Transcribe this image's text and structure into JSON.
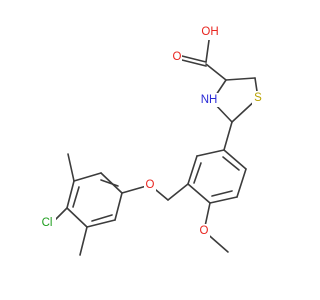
{
  "molecule": {
    "colors": {
      "bond": "#3c3c3c",
      "oxygen": "#e8251f",
      "nitrogen": "#2a2ad6",
      "sulfur": "#b8a200",
      "chlorine": "#1f9e1f"
    },
    "labels": {
      "carboxyl_oh": "OH",
      "carbonyl_o": "O",
      "ring_n": "NH",
      "ring_s": "S",
      "ether_o": "O",
      "methoxy_o": "O",
      "chlorine": "Cl"
    }
  }
}
